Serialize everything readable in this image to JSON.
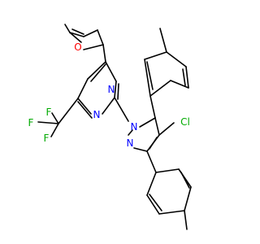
{
  "structure": {
    "atom_labels": [
      {
        "id": "o-furan",
        "text": "O",
        "color": "#ff0000"
      },
      {
        "id": "n-pyr-upper",
        "text": "N",
        "color": "#0000ff"
      },
      {
        "id": "n-pyr-lower",
        "text": "N",
        "color": "#0000ff"
      },
      {
        "id": "n-pyrazole-1",
        "text": "N",
        "color": "#0000ff"
      },
      {
        "id": "n-pyrazole-2",
        "text": "N",
        "color": "#0000ff"
      },
      {
        "id": "cl",
        "text": "Cl",
        "color": "#00aa00"
      },
      {
        "id": "f-left",
        "text": "F",
        "color": "#00aa00"
      },
      {
        "id": "f-top",
        "text": "F",
        "color": "#00aa00"
      },
      {
        "id": "f-bottom",
        "text": "F",
        "color": "#00aa00"
      }
    ]
  }
}
